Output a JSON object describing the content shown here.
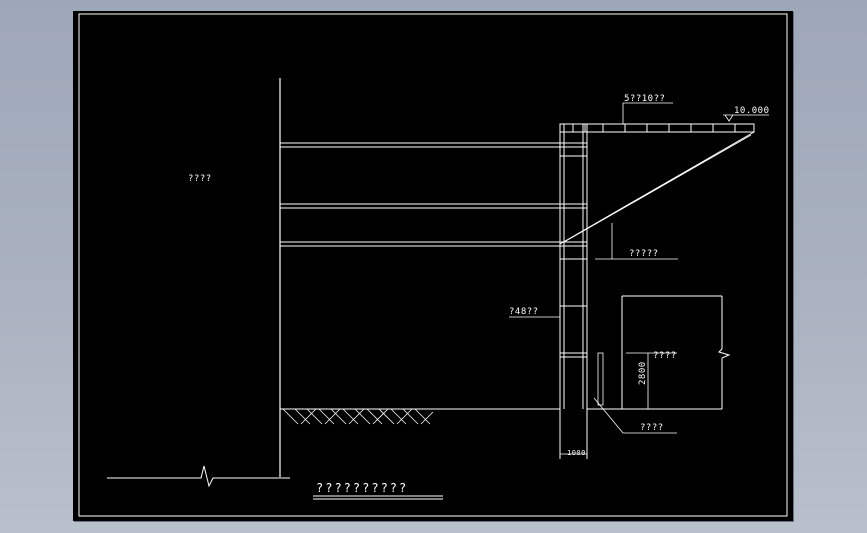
{
  "drawing": {
    "labels": {
      "left_zone": "????",
      "roof_spec": "5??10??",
      "elevation": "10.000",
      "canopy_label": "?????",
      "pipe_label": "?48??",
      "right_box_label": "????",
      "height_dim": "2800",
      "base_label": "????",
      "width_dim": "1000",
      "title": "??????????"
    }
  }
}
